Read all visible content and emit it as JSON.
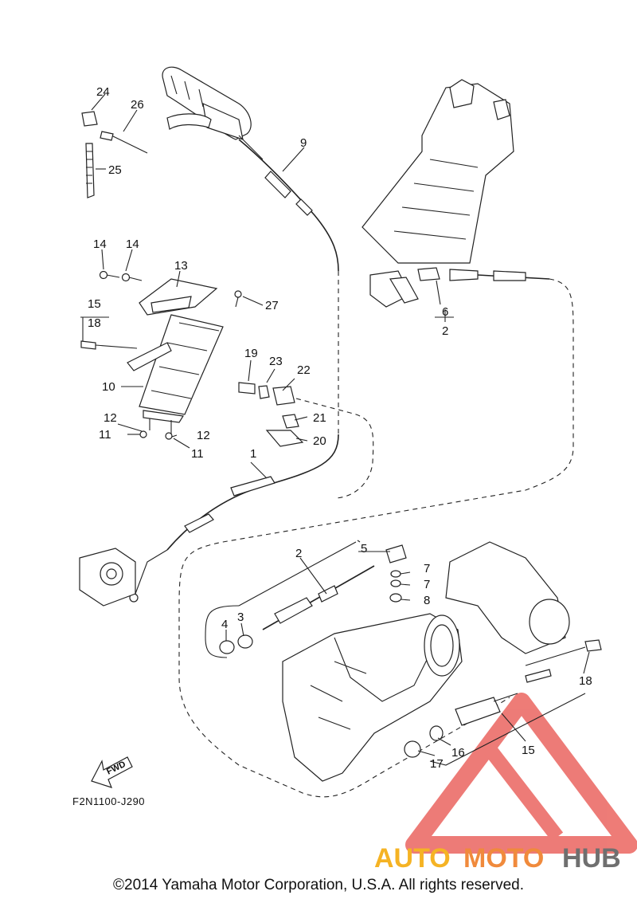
{
  "callouts": [
    "1",
    "2",
    "3",
    "4",
    "5",
    "6",
    "7",
    "8",
    "9",
    "10",
    "11",
    "12",
    "13",
    "14",
    "15",
    "16",
    "17",
    "18",
    "19",
    "20",
    "21",
    "22",
    "23",
    "24",
    "25",
    "26",
    "27"
  ],
  "arrow_label": "FWD",
  "diagram_code": "F2N1100-J290",
  "copyright": "©2014 Yamaha Motor Corporation, U.S.A. All rights reserved.",
  "watermark": {
    "brand_part1": "AUTO",
    "brand_part2": "MOTO",
    "brand_part3": "HUB",
    "colors": {
      "triangle": "#e8504a",
      "auto": "#f5b324",
      "moto": "#f08a3c",
      "hub": "#6f6f6f"
    }
  }
}
